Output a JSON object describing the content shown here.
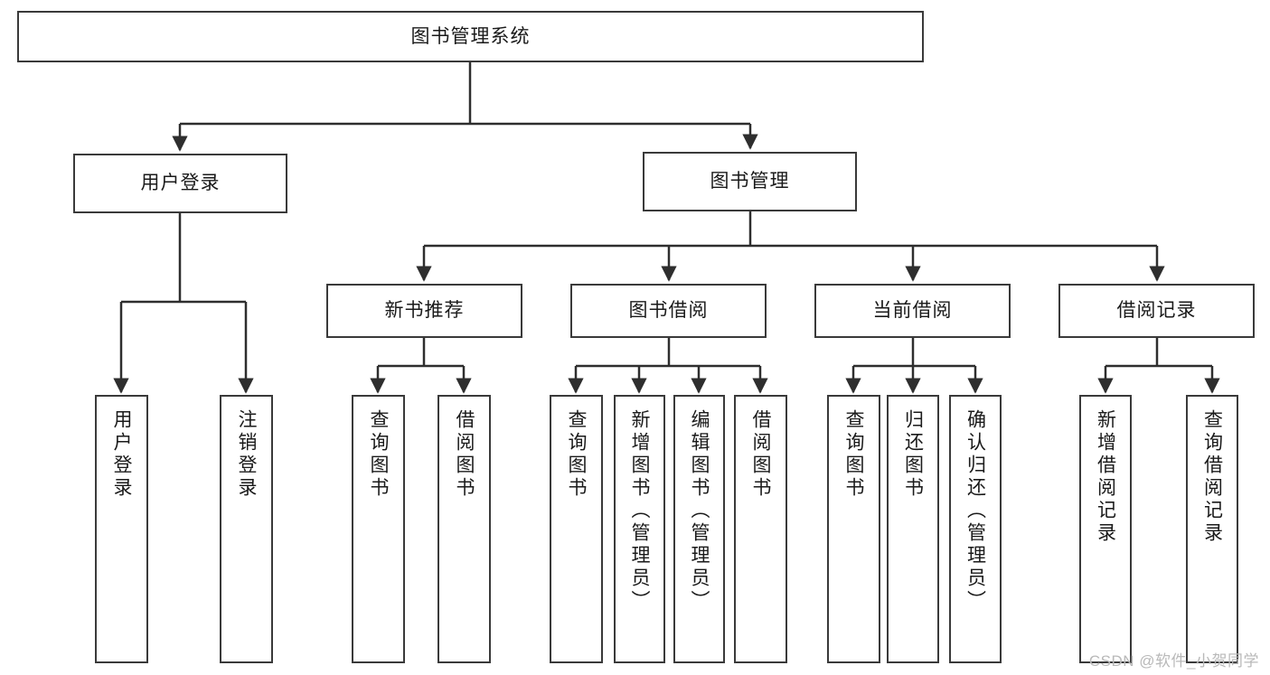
{
  "diagram": {
    "type": "tree-hierarchy-chart",
    "title": "图书管理系统",
    "watermark": "CSDN @软件_小贺同学",
    "colors": {
      "box_border": "#3a3a3a",
      "box_fill": "#ffffff",
      "connector": "#2e2e2e",
      "text": "#1a1a1a",
      "watermark": "#b9b9b9",
      "background": "#ffffff"
    },
    "levels": [
      {
        "level": 1,
        "nodes": [
          {
            "id": "root",
            "label": "图书管理系统",
            "orientation": "horizontal"
          }
        ]
      },
      {
        "level": 2,
        "nodes": [
          {
            "id": "user-login",
            "label": "用户登录",
            "orientation": "horizontal",
            "parent": "root"
          },
          {
            "id": "book-manage",
            "label": "图书管理",
            "orientation": "horizontal",
            "parent": "root"
          }
        ]
      },
      {
        "level": 3,
        "nodes": [
          {
            "id": "new-book-rec",
            "label": "新书推荐",
            "orientation": "horizontal",
            "parent": "book-manage"
          },
          {
            "id": "book-borrow",
            "label": "图书借阅",
            "orientation": "horizontal",
            "parent": "book-manage"
          },
          {
            "id": "current-borrow",
            "label": "当前借阅",
            "orientation": "horizontal",
            "parent": "book-manage"
          },
          {
            "id": "borrow-record",
            "label": "借阅记录",
            "orientation": "horizontal",
            "parent": "book-manage"
          }
        ]
      },
      {
        "level": 4,
        "nodes": [
          {
            "id": "leaf-user-login",
            "label": "用户登录",
            "orientation": "vertical",
            "parent": "user-login"
          },
          {
            "id": "leaf-logout-login",
            "label": "注销登录",
            "orientation": "vertical",
            "parent": "user-login"
          },
          {
            "id": "leaf-query-book-1",
            "label": "查询图书",
            "orientation": "vertical",
            "parent": "new-book-rec"
          },
          {
            "id": "leaf-borrow-book-1",
            "label": "借阅图书",
            "orientation": "vertical",
            "parent": "new-book-rec"
          },
          {
            "id": "leaf-query-book-2",
            "label": "查询图书",
            "orientation": "vertical",
            "parent": "book-borrow"
          },
          {
            "id": "leaf-add-book",
            "label": "新增图书（管理员）",
            "orientation": "vertical",
            "parent": "book-borrow"
          },
          {
            "id": "leaf-edit-book",
            "label": "编辑图书（管理员）",
            "orientation": "vertical",
            "parent": "book-borrow"
          },
          {
            "id": "leaf-borrow-book-2",
            "label": "借阅图书",
            "orientation": "vertical",
            "parent": "book-borrow"
          },
          {
            "id": "leaf-query-book-3",
            "label": "查询图书",
            "orientation": "vertical",
            "parent": "current-borrow"
          },
          {
            "id": "leaf-return-book",
            "label": "归还图书",
            "orientation": "vertical",
            "parent": "current-borrow"
          },
          {
            "id": "leaf-confirm-return",
            "label": "确认归还（管理员）",
            "orientation": "vertical",
            "parent": "current-borrow"
          },
          {
            "id": "leaf-add-record",
            "label": "新增借阅记录",
            "orientation": "vertical",
            "parent": "borrow-record"
          },
          {
            "id": "leaf-query-record",
            "label": "查询借阅记录",
            "orientation": "vertical",
            "parent": "borrow-record"
          }
        ]
      }
    ],
    "node_labels": {
      "root": "图书管理系统",
      "user_login": "用户登录",
      "book_manage": "图书管理",
      "new_book_rec": "新书推荐",
      "book_borrow": "图书借阅",
      "current_borrow": "当前借阅",
      "borrow_record": "借阅记录",
      "leaf_user_login": "用户登录",
      "leaf_logout_login": "注销登录",
      "leaf_query_book_1": "查询图书",
      "leaf_borrow_book_1": "借阅图书",
      "leaf_query_book_2": "查询图书",
      "leaf_add_book": "新增图书（管理员）",
      "leaf_edit_book": "编辑图书（管理员）",
      "leaf_borrow_book_2": "借阅图书",
      "leaf_query_book_3": "查询图书",
      "leaf_return_book": "归还图书",
      "leaf_confirm_return": "确认归还（管理员）",
      "leaf_add_record": "新增借阅记录",
      "leaf_query_record": "查询借阅记录"
    }
  }
}
